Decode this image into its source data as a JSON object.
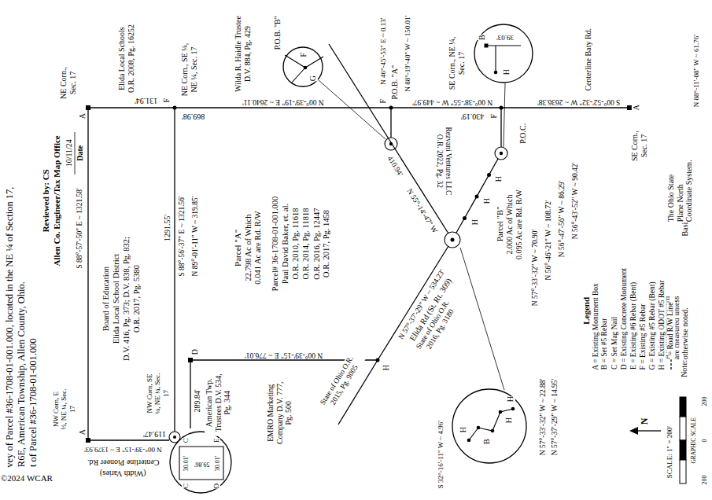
{
  "diagram": {
    "nodes": [
      {
        "text": [
          "F",
          "G"
        ]
      },
      {
        "text": [
          "B",
          "39.03'",
          "H"
        ]
      },
      {
        "text": [
          "C",
          "E",
          "C",
          "D",
          "30.01'",
          "59.86'",
          "30.01'"
        ]
      },
      {
        "text": [
          "H",
          "B",
          "H",
          "H"
        ]
      }
    ],
    "labels": [
      "vey of Parcel #36-1708-01-001.000, located in the NE ¼ of Section 17,",
      "R6E, American Township, Allen County, Ohio.",
      "t of Parcel #36-1708-01-001.000",
      "©2024 WCAR",
      "Reviewed by: CS",
      "Allen Co. Engineer/Tax Map Office",
      "10/11/24",
      "Date",
      "NE Corn., Sec. 17",
      "A",
      "131.94'",
      "Elida Local Schools O.R. 2008, Pg. 16252",
      "F",
      "NE Corn., SE ¼, NE ¼, Sec. 17",
      "Wilda R. Haidle Trustee D.V. 884, Pg. 429",
      "N 00°-39'-19\" E ~ 2640.11'",
      "869.98'",
      "P.O.B. \"B\"",
      "N 46°-45'-53\" E ~ 0.13'",
      "P.O.B. \"A\"",
      "N 88°-19'-40\" W ~ 150.01'",
      "F",
      "SE Corn., NE ¼, Sec. 17",
      "N 00°-38'-55\" W ~ 449.97'",
      "430.19'",
      "F",
      "P.O.C.",
      "Rezvani Ventures LLC O.R. 2022, Pg. 32",
      "S 00°-52'-32\" W ~ 2636.38'",
      "Centerline Baty Rd.",
      "N 88°-11'-08\" W ~ 61.76'",
      "A",
      "SE Corn., Sec. 17",
      "Basis of Bearings:",
      "The Ohio State Plane North Coordinate System.",
      "Note:",
      "All distances shown are measured unless otherwise noted.",
      "Parcel \"A\"",
      "22.798 Ac of Which 0.041 Ac are Rd. R/W",
      "Parcel# 36-1708-01-001.000",
      "Paul David Baker, et. al.",
      "O.R. 2010, Pg. 11618",
      "O.R. 2014, Pg. 11818",
      "O.R. 2016, Pg. 12447",
      "O.R. 2017, Pg. 1458",
      "Board of Education",
      "Elida Local School District",
      "D.V. 416, Pg. 373; D.V. 838, Pg. 832;",
      "O.R. 2017, Pg. 5380",
      "S 88°-57'-50\" E ~ 1321.58'",
      "1291.55'",
      "S 88°-56'-37\" E ~ 1321.56'",
      "N 89°-01'-11\" W ~ 319.85'",
      "D",
      "N 00°-39'-15\" E ~ 776.01'",
      "American Twp. Trustees D.V. 534, Pg. 344",
      "289.84'",
      "EMRO Marketing Company D.V. 777, Pg. 500",
      "H",
      "State of Ohio O.R. 2015, Pg. 9005",
      "N 57°-37'-29\" W ~ 534.23'",
      "Elida Rd (St. Rt. 309)",
      "State of Ohio O.R. 2016, Pg. 3180",
      "410.94'",
      "N 55°-14'-47\" W",
      "Parcel \"B\"",
      "2.000 Ac of Which 0.095 Ac are Rd. R/W",
      "H",
      "H",
      "H",
      "N 56°-43'-52\" W ~ 90.42'",
      "N 56°-47'-56\" W ~ 86.29'",
      "N 56°-46'-21\" W ~ 108.72'",
      "N 57°-33'-32\" W ~ 70.90'",
      "N 57°-33'-32\" W ~ 22.88'",
      "N 57°-37'-29\" W ~ 14.95'",
      "S 32°-16'-11\" W ~ 4.96'",
      "NW Corn, E ½, NE ¼, Sec. 17",
      "A",
      "N 00°-39'-15\" E ~ 1379.93'",
      "Centerline Pioneer Rd.",
      "(Width Varies)",
      "119.47'",
      "NW Corn, SE ¼, NE ¼, Sec. 17",
      "Legend",
      "A = Existing Monument Box",
      "B = Set #5 Rebar",
      "C = Set Mag Nail",
      "D = Existing Concrete Monument",
      "E = Existing #6 Rebar (Bent)",
      "F = Existing #5 Rebar",
      "G = Existing #5 Rebar (Bent)",
      "H = Existing ODOT #5 Rebar",
      "= Road R/W Line",
      "SCALE: 1\" = 200'",
      "GRAPHIC SCALE",
      "200",
      "0",
      "200",
      "N"
    ]
  }
}
